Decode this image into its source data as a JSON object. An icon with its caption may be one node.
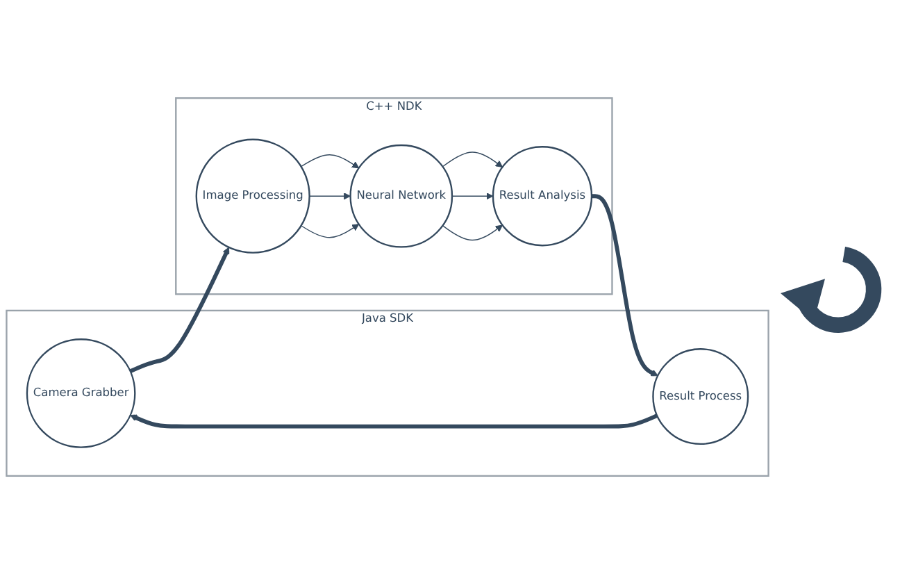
{
  "diagram": {
    "nodes": [
      {
        "text": [
          "Java SDK"
        ]
      },
      {
        "text": [
          "Camera Grabber"
        ],
        "in": 0
      },
      {
        "text": [
          "Result Process"
        ],
        "in": 0
      },
      {
        "text": [
          "C++ NDK"
        ]
      },
      {
        "text": [
          "Image Processing"
        ],
        "in": 3
      },
      {
        "text": [
          "Neural Network"
        ],
        "in": 3
      },
      {
        "text": [
          "Result Analysis"
        ],
        "in": 3
      }
    ],
    "edges": [
      {
        "from": 1,
        "to": 4,
        "arrow": "to",
        "style": "thick"
      },
      {
        "from": 4,
        "to": 5,
        "arrow": "to"
      },
      {
        "from": 4,
        "to": 5,
        "arrow": "to"
      },
      {
        "from": 4,
        "to": 5,
        "arrow": "to"
      },
      {
        "from": 5,
        "to": 6,
        "arrow": "to"
      },
      {
        "from": 5,
        "to": 6,
        "arrow": "to"
      },
      {
        "from": 5,
        "to": 6,
        "arrow": "to"
      },
      {
        "from": 6,
        "to": 2,
        "arrow": "to",
        "style": "thick"
      },
      {
        "from": 2,
        "to": 1,
        "arrow": "to",
        "style": "thick"
      }
    ]
  }
}
